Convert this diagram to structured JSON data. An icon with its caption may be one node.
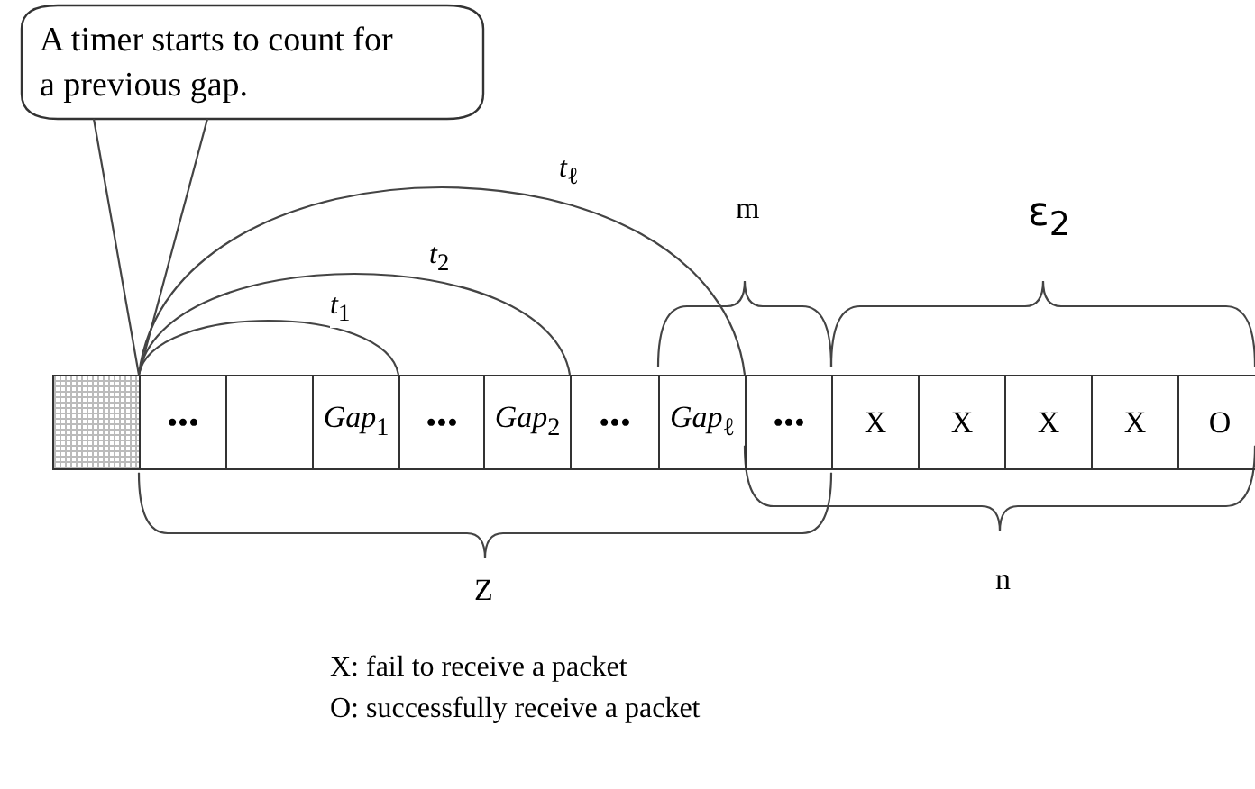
{
  "diagram": {
    "nodes": [
      {
        "text": [
          "A timer starts to count for a previous gap."
        ]
      },
      {
        "text": [],
        "shape": "box"
      },
      {
        "text": [
          "•••"
        ]
      },
      {
        "text": [],
        "shape": "box"
      },
      {
        "text": [
          "*Gap*$_{1}$"
        ]
      },
      {
        "text": [
          "•••"
        ]
      },
      {
        "text": [
          "*Gap*$_{2}$"
        ]
      },
      {
        "text": [
          "•••"
        ]
      },
      {
        "text": [
          "*Gap*$_{ℓ}$"
        ]
      },
      {
        "text": [
          "•••"
        ]
      },
      {
        "text": [
          "X"
        ]
      },
      {
        "text": [
          "X"
        ]
      },
      {
        "text": [
          "X"
        ]
      },
      {
        "text": [
          "X"
        ]
      },
      {
        "text": [
          "O"
        ]
      }
    ],
    "edges": [
      {
        "from": 0,
        "to": 1,
        "arrow": "none"
      },
      {
        "from": 1,
        "to": 4,
        "arrow": "none",
        "label": "*t*$_{1}$"
      },
      {
        "from": 1,
        "to": 6,
        "arrow": "none",
        "label": "*t*$_{2}$"
      },
      {
        "from": 1,
        "to": 8,
        "arrow": "none",
        "label": "*t*$_{ℓ}$"
      }
    ],
    "labels": [
      "m",
      "ε$_{2}$",
      "Z",
      "n",
      "X: fail to receive a packet",
      "O: successfully receive a packet"
    ]
  }
}
